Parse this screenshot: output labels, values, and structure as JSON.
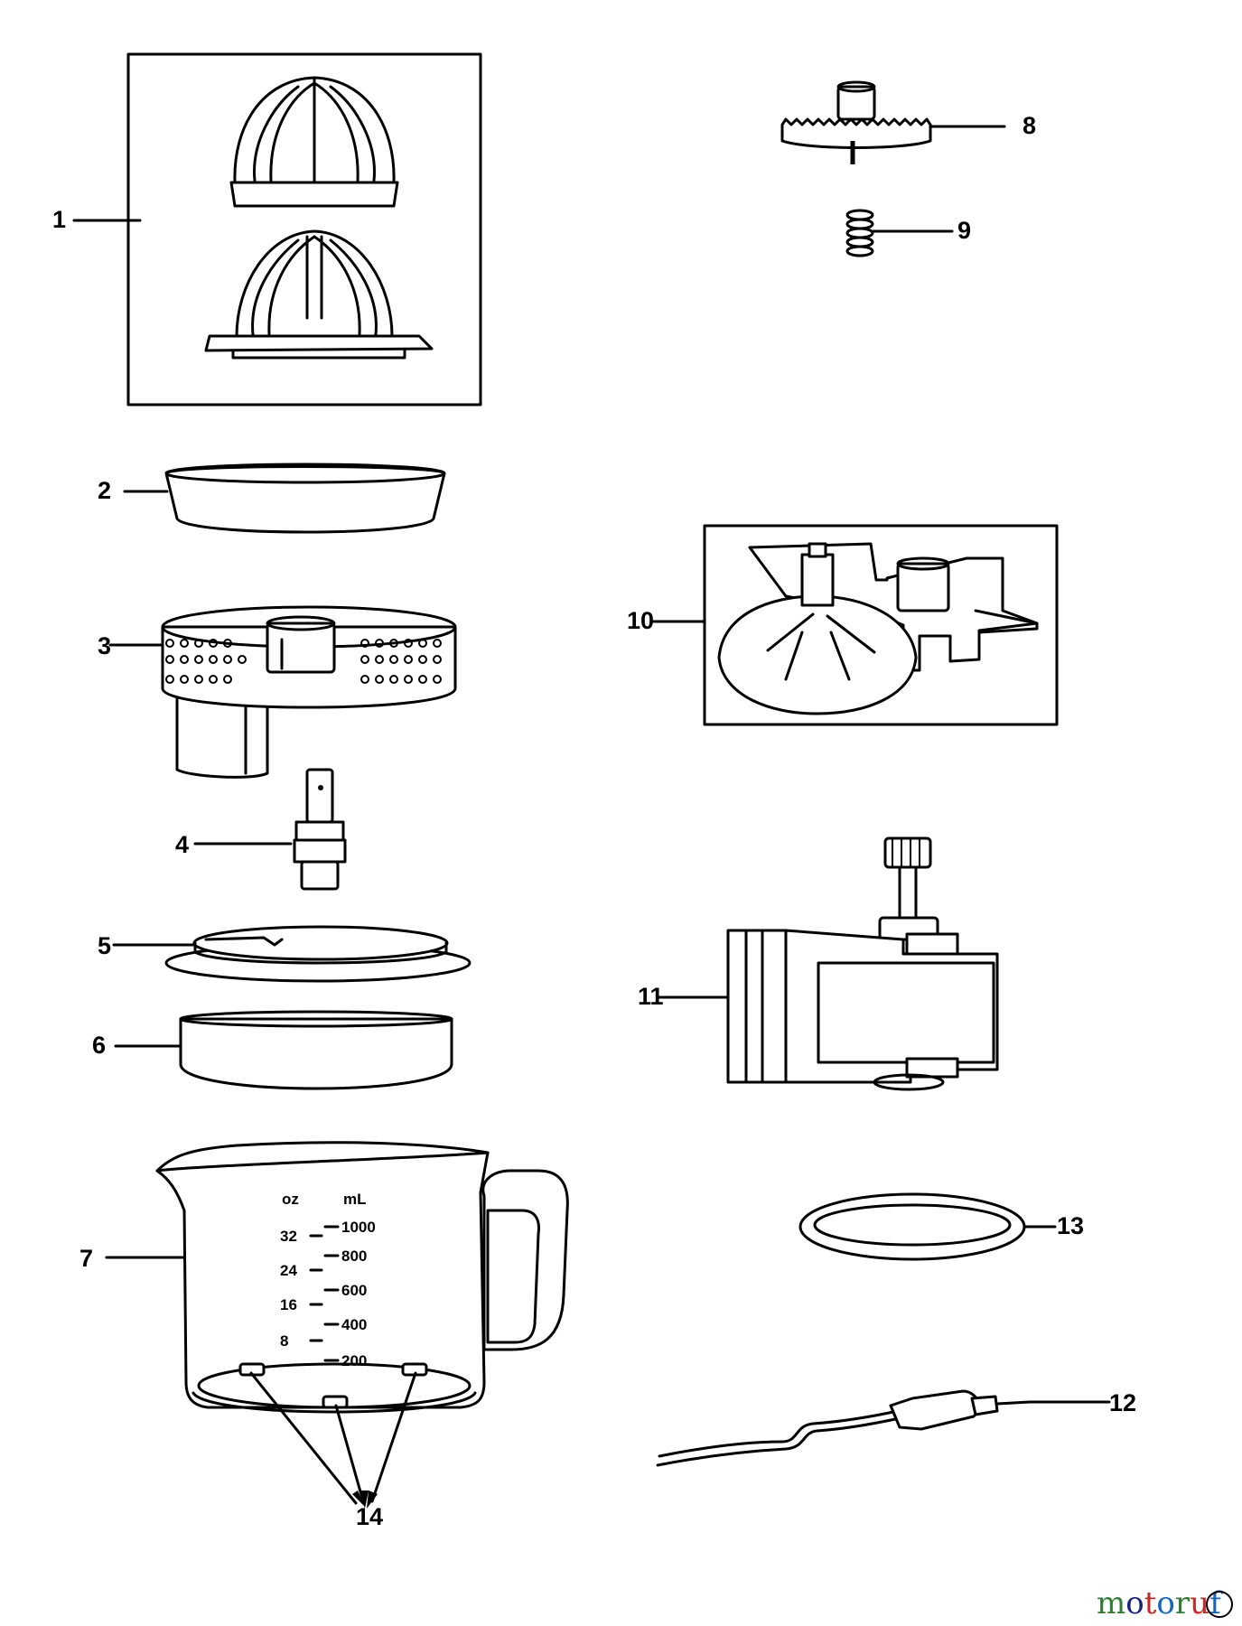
{
  "callouts": [
    "1",
    "2",
    "3",
    "4",
    "5",
    "6",
    "7",
    "8",
    "9",
    "10",
    "11",
    "12",
    "13",
    "14"
  ],
  "jug_scale": {
    "oz_header": "oz",
    "ml_header": "mL",
    "oz_marks": [
      "32",
      "24",
      "16",
      "8"
    ],
    "ml_marks": [
      "1000",
      "800",
      "600",
      "400",
      "200"
    ]
  },
  "watermark": {
    "text": "motoruf",
    "letter_colors": [
      "#2e7d32",
      "#1a237e",
      "#c62828",
      "#1565c0",
      "#2e7d32",
      "#c62828",
      "#1565c0"
    ]
  }
}
